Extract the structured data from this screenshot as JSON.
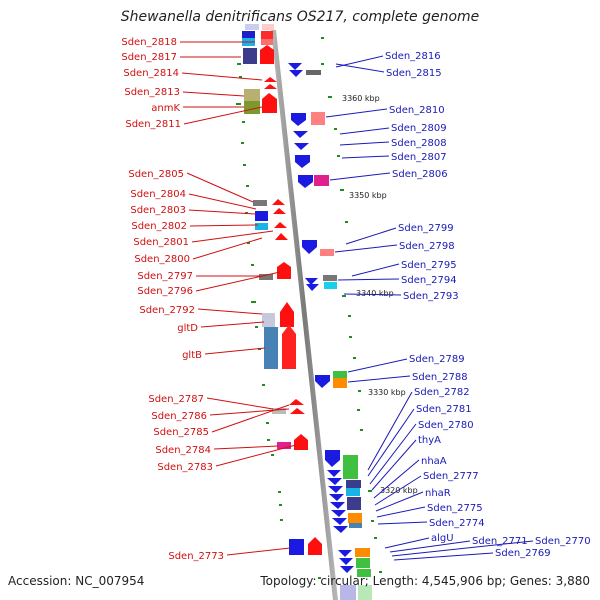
{
  "title": "Shewanella denitrificans OS217, complete genome",
  "footer": {
    "accession": "Accession: NC_007954",
    "summary": "Topology: circular; Length: 4,545,906 bp; Genes: 3,880"
  },
  "scale_labels": [
    "3360 kbp",
    "3350 kbp",
    "3340 kbp",
    "3330 kbp",
    "3320 kbp"
  ],
  "left_labels": [
    "Sden_2818",
    "Sden_2817",
    "Sden_2814",
    "Sden_2813",
    "anmK",
    "Sden_2811",
    "Sden_2805",
    "Sden_2804",
    "Sden_2803",
    "Sden_2802",
    "Sden_2801",
    "Sden_2800",
    "Sden_2797",
    "Sden_2796",
    "Sden_2792",
    "gltD",
    "gltB",
    "Sden_2787",
    "Sden_2786",
    "Sden_2785",
    "Sden_2784",
    "Sden_2783",
    "Sden_2773"
  ],
  "right_labels": [
    "Sden_2816",
    "Sden_2815",
    "Sden_2810",
    "Sden_2809",
    "Sden_2808",
    "Sden_2807",
    "Sden_2806",
    "Sden_2799",
    "Sden_2798",
    "Sden_2795",
    "Sden_2794",
    "Sden_2793",
    "Sden_2789",
    "Sden_2788",
    "Sden_2782",
    "Sden_2781",
    "Sden_2780",
    "thyA",
    "nhaA",
    "Sden_2777",
    "nhaR",
    "Sden_2775",
    "Sden_2774",
    "algU",
    "Sden_2771",
    "Sden_2770",
    "Sden_2769"
  ],
  "colors": {
    "forward_strand": "#ff0000",
    "reverse_strand": "#0000ff",
    "left_label": "#d01010",
    "right_label": "#1a1ab8",
    "backbone": "#888888"
  }
}
